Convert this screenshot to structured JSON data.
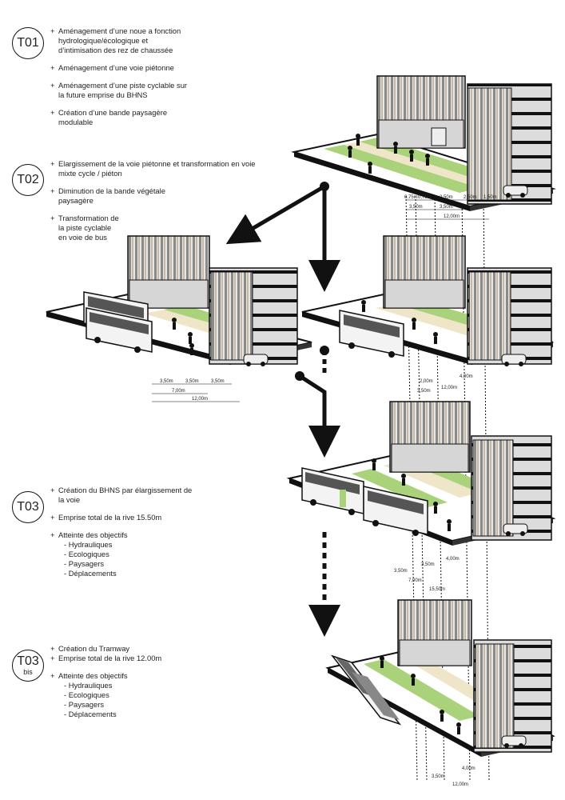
{
  "phases": [
    {
      "label": "T01",
      "sublabel": "",
      "notes": [
        "Aménagement d’une noue a fonction\nhydrologique/écologique et\nd’intimisation des rez de chaussée",
        "Aménagement d’une voie piétonne",
        "Aménagement d’une piste cyclable sur\nla future emprise du BHNS",
        "Création d’une bande paysagère\nmodulable"
      ],
      "objectives_title": "",
      "objectives": []
    },
    {
      "label": "T02",
      "sublabel": "",
      "notes": [
        "Elargissement de la voie piétonne  et transformation en voie\nmixte cycle / piéton",
        "Diminution de la bande végétale\npaysagère",
        "Transformation de\nla piste cyclable\nen voie de bus"
      ],
      "objectives_title": "",
      "objectives": []
    },
    {
      "label": "T03",
      "sublabel": "",
      "notes": [
        "Création du BHNS par élargissement de\nla voie",
        "Emprise total de la rive 15.50m"
      ],
      "objectives_title": "Atteinte des  objectifs",
      "objectives": [
        "- Hydrauliques",
        "- Ecologiques",
        "- Paysagers",
        "- Déplacements"
      ]
    },
    {
      "label": "T03",
      "sublabel": "bis",
      "notes": [
        "Création du Tramway",
        "Emprise total de la rive 12.00m"
      ],
      "objectives_title": "Atteinte des  objectifs",
      "objectives": [
        "- Hydrauliques",
        "- Ecologiques",
        "- Paysagers",
        "- Déplacements"
      ]
    }
  ],
  "dimensions": {
    "t01": [
      "0,75m",
      "0,75m",
      "2,50m",
      "2,50m",
      "1,50m",
      "3,50m",
      "3,50m",
      "12,00m"
    ],
    "t02_left": [
      "3,50m",
      "3,50m",
      "3,50m",
      "7,00m",
      "12,00m"
    ],
    "t02_right": [
      "2,00m",
      "4,00m",
      "3,50m",
      "12,00m"
    ],
    "t03": [
      "3,50m",
      "3,50m",
      "4,00m",
      "7,00m",
      "15,50m"
    ],
    "t03bis": [
      "3,50m",
      "4,00m",
      "12,00m"
    ]
  },
  "colors": {
    "grass": "#a9d27a",
    "path": "#efe5c8",
    "road": "#e9e9e9",
    "building": "#d9d9d9",
    "outline": "#111111"
  }
}
